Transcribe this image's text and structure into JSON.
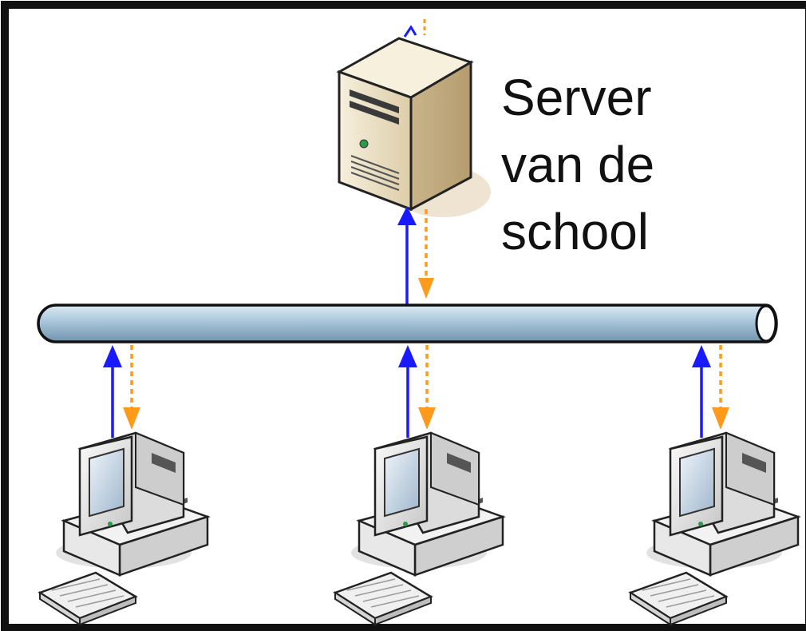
{
  "server": {
    "label_lines": [
      "Server",
      "van de",
      "school"
    ]
  },
  "colors": {
    "frame": "#111111",
    "upload_arrow": "#1a1aff",
    "download_arrow": "#ff9a1a",
    "bus_fill": "#a9c7dc",
    "server_body": "#e9dcc0",
    "computer_body": "#e6e6e6",
    "screen": "#c9d7e6"
  },
  "nodes": [
    {
      "id": "server",
      "icon": "server-tower-icon"
    },
    {
      "id": "computer-1",
      "icon": "desktop-computer-icon"
    },
    {
      "id": "computer-2",
      "icon": "desktop-computer-icon"
    },
    {
      "id": "computer-3",
      "icon": "desktop-computer-icon"
    }
  ]
}
